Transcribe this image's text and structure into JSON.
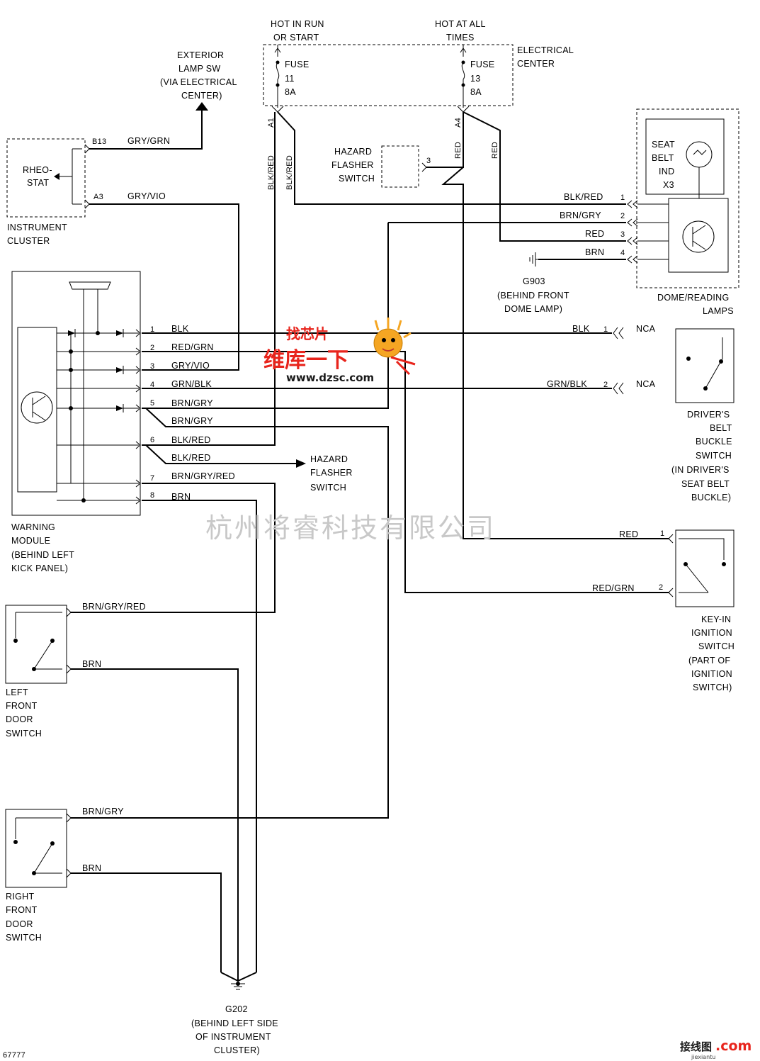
{
  "power": {
    "hot_run_1": "HOT IN RUN",
    "hot_run_2": "OR START",
    "hot_all_1": "HOT AT ALL",
    "hot_all_2": "TIMES",
    "elec_center_1": "ELECTRICAL",
    "elec_center_2": "CENTER",
    "fuse11": [
      "FUSE",
      "11",
      "8A"
    ],
    "fuse13": [
      "FUSE",
      "13",
      "8A"
    ],
    "pin_a1": "A1",
    "pin_a4": "A4"
  },
  "exterior_lamp": [
    "EXTERIOR",
    "LAMP SW",
    "(VIA ELECTRICAL",
    "CENTER)"
  ],
  "cluster": {
    "rheo": [
      "RHEO-",
      "STAT"
    ],
    "name": [
      "INSTRUMENT",
      "CLUSTER"
    ],
    "pin_b13": "B13",
    "pin_a3": "A3",
    "wire_b13": "GRY/GRN",
    "wire_a3": "GRY/VIO"
  },
  "hazard_top": {
    "name": [
      "HAZARD",
      "FLASHER",
      "SWITCH"
    ],
    "pin": "3"
  },
  "dome": {
    "ind": [
      "SEAT",
      "BELT",
      "IND",
      "X3"
    ],
    "name": [
      "DOME/READING",
      "LAMPS"
    ],
    "wires": [
      "BLK/RED",
      "BRN/GRY",
      "RED",
      "BRN"
    ],
    "pins": [
      "1",
      "2",
      "3",
      "4"
    ],
    "ground": [
      "G903",
      "(BEHIND FRONT",
      "DOME LAMP)"
    ]
  },
  "vertical_wires": {
    "blk_red_a": "BLK/RED",
    "blk_red_b": "BLK/RED",
    "red_a": "RED",
    "red_b": "RED"
  },
  "module": {
    "name": [
      "WARNING",
      "MODULE",
      "(BEHIND LEFT",
      "KICK PANEL)"
    ],
    "pins": [
      "1",
      "2",
      "3",
      "4",
      "5",
      "6",
      "7",
      "8"
    ],
    "wires": [
      "BLK",
      "RED/GRN",
      "GRY/VIO",
      "GRN/BLK",
      "BRN/GRY",
      "BRN/GRY",
      "BLK/RED",
      "BLK/RED",
      "BRN/GRY/RED",
      "BRN"
    ]
  },
  "hazard_mid": [
    "HAZARD",
    "FLASHER",
    "SWITCH"
  ],
  "driver_buckle": {
    "wire1": "BLK",
    "pin1": "1",
    "nca1": "NCA",
    "wire2": "GRN/BLK",
    "pin2": "2",
    "nca2": "NCA",
    "name": [
      "DRIVER'S",
      "BELT",
      "BUCKLE",
      "SWITCH",
      "(IN DRIVER'S",
      "SEAT BELT",
      "BUCKLE)"
    ]
  },
  "key_in": {
    "wire1": "RED",
    "pin1": "1",
    "wire2": "RED/GRN",
    "pin2": "2",
    "name": [
      "KEY-IN",
      "IGNITION",
      "SWITCH",
      "(PART OF",
      "IGNITION",
      "SWITCH)"
    ]
  },
  "left_door": {
    "wire1": "BRN/GRY/RED",
    "wire2": "BRN",
    "name": [
      "LEFT",
      "FRONT",
      "DOOR",
      "SWITCH"
    ]
  },
  "right_door": {
    "wire1": "BRN/GRY",
    "wire2": "BRN",
    "name": [
      "RIGHT",
      "FRONT",
      "DOOR",
      "SWITCH"
    ]
  },
  "ground_g202": [
    "G202",
    "(BEHIND LEFT SIDE",
    "OF INSTRUMENT",
    "CLUSTER)"
  ],
  "watermark": {
    "company": "杭州将睿科技有限公司",
    "brand_cn": "维库一下",
    "brand_badge": "找芯片",
    "brand_url": "www.dzsc.com",
    "corner_cn": "接线图",
    "corner_com": ".com",
    "corner_sub": "jiexiantu"
  },
  "code": "67777",
  "colors": {
    "ink": "#000000",
    "watermark_red": "#e8241c",
    "watermark_gray": "#c8c8c8",
    "mascot": "#f5a623"
  }
}
